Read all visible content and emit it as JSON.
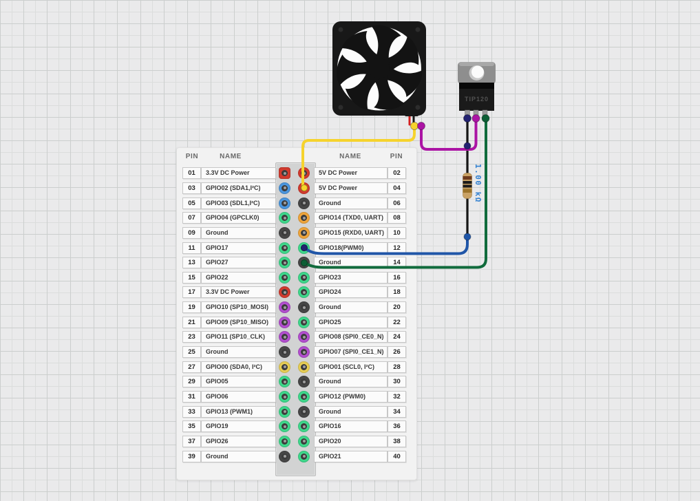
{
  "headers": {
    "left_pin": "PIN",
    "left_name": "NAME",
    "right_name": "NAME",
    "right_pin": "PIN"
  },
  "transistor": {
    "label": "TIP120"
  },
  "resistor": {
    "label": "1.00 kΩ"
  },
  "pin_colors": {
    "red": "#d23b2f",
    "blue": "#4a97e0",
    "green": "#3fd98c",
    "ground": "#474747",
    "orange": "#f0a63c",
    "purple": "#b44fd0",
    "yellow": "#e8cf55"
  },
  "wire_colors": {
    "yellow": "#f6d32d",
    "magenta": "#ab14a4",
    "blue": "#2056a8",
    "navy": "#232270",
    "green": "#106b3c",
    "darkgreen": "#0d5e35",
    "black": "#161616",
    "red": "#d42020",
    "label_blue": "#2f7fd0"
  },
  "gpio_rows": [
    {
      "lp": "01",
      "ln": "3.3V DC Power",
      "lc": "red",
      "ls": "square",
      "rp": "02",
      "rn": "5V DC Power",
      "rc": "red"
    },
    {
      "lp": "03",
      "ln": "GPIO02 (SDA1,I²C)",
      "lc": "blue",
      "rp": "04",
      "rn": "5V DC Power",
      "rc": "red",
      "rdot": "yellow"
    },
    {
      "lp": "05",
      "ln": "GPIO03 (SDL1,I²C)",
      "lc": "blue",
      "rp": "06",
      "rn": "Ground",
      "rc": "ground"
    },
    {
      "lp": "07",
      "ln": "GPIO04 (GPCLK0)",
      "lc": "green",
      "rp": "08",
      "rn": "GPIO14 (TXD0, UART)",
      "rc": "orange"
    },
    {
      "lp": "09",
      "ln": "Ground",
      "lc": "ground",
      "rp": "10",
      "rn": "GPIO15 (RXD0, UART)",
      "rc": "orange"
    },
    {
      "lp": "11",
      "ln": "GPIO17",
      "lc": "green",
      "rp": "12",
      "rn": "GPIO18(PWM0)",
      "rc": "green",
      "rdot": "navy"
    },
    {
      "lp": "13",
      "ln": "GPIO27",
      "lc": "green",
      "rp": "14",
      "rn": "Ground",
      "rc": "ground",
      "rdot": "darkgreen"
    },
    {
      "lp": "15",
      "ln": "GPIO22",
      "lc": "green",
      "rp": "16",
      "rn": "GPIO23",
      "rc": "green"
    },
    {
      "lp": "17",
      "ln": "3.3V DC Power",
      "lc": "red",
      "rp": "18",
      "rn": "GPIO24",
      "rc": "green"
    },
    {
      "lp": "19",
      "ln": "GPIO10 (SP10_MOSI)",
      "lc": "purple",
      "rp": "20",
      "rn": "Ground",
      "rc": "ground"
    },
    {
      "lp": "21",
      "ln": "GPIO09 (SP10_MISO)",
      "lc": "purple",
      "rp": "22",
      "rn": "GPIO25",
      "rc": "green"
    },
    {
      "lp": "23",
      "ln": "GPIO11 (SP10_CLK)",
      "lc": "purple",
      "rp": "24",
      "rn": "GPIO08 (SPI0_CE0_N)",
      "rc": "purple"
    },
    {
      "lp": "25",
      "ln": "Ground",
      "lc": "ground",
      "rp": "26",
      "rn": "GPIO07 (SPI0_CE1_N)",
      "rc": "purple"
    },
    {
      "lp": "27",
      "ln": "GPIO00 (SDA0, I²C)",
      "lc": "yellow",
      "rp": "28",
      "rn": "GPIO01 (SCL0, I²C)",
      "rc": "yellow"
    },
    {
      "lp": "29",
      "ln": "GPIO05",
      "lc": "green",
      "rp": "30",
      "rn": "Ground",
      "rc": "ground"
    },
    {
      "lp": "31",
      "ln": "GPIO06",
      "lc": "green",
      "rp": "32",
      "rn": "GPIO12 (PWM0)",
      "rc": "green"
    },
    {
      "lp": "33",
      "ln": "GPIO13 (PWM1)",
      "lc": "green",
      "rp": "34",
      "rn": "Ground",
      "rc": "ground"
    },
    {
      "lp": "35",
      "ln": "GPIO19",
      "lc": "green",
      "rp": "36",
      "rn": "GPIO16",
      "rc": "green"
    },
    {
      "lp": "37",
      "ln": "GPIO26",
      "lc": "green",
      "rp": "38",
      "rn": "GPIO20",
      "rc": "green"
    },
    {
      "lp": "39",
      "ln": "Ground",
      "lc": "ground",
      "rp": "40",
      "rn": "GPIO21",
      "rc": "green"
    }
  ],
  "connections": [
    {
      "wire": "yellow",
      "from": "fan red lead",
      "to": "pin 04 (5V DC Power)"
    },
    {
      "wire": "magenta",
      "from": "fan black lead",
      "to": "TIP120 middle leg"
    },
    {
      "wire": "blue",
      "from": "pin 12 (GPIO18(PWM0))",
      "to": "resistor 1.00 kΩ bottom lead"
    },
    {
      "wire": "black",
      "from": "resistor 1.00 kΩ top lead",
      "to": "TIP120 left leg"
    },
    {
      "wire": "green",
      "from": "pin 14 (Ground)",
      "to": "TIP120 right leg"
    }
  ]
}
